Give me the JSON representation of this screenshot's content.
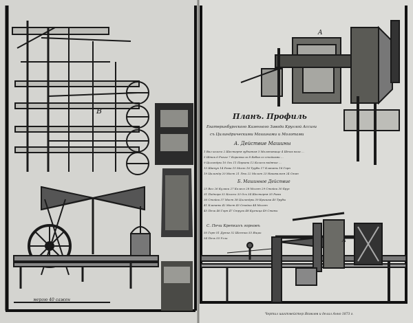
{
  "title": "Планъ. Профиль",
  "subtitle_lines": [
    "Екатеринбургского Казенного Завода Круглой Ассиги",
    "съ Цилиндрическими Машинами и Молотами"
  ],
  "section_a": {
    "heading": "А. Действие Машины",
    "lines": [
      "1 Вал колесо 2 Шестерня зубчатая 3 Молотовище 4 Шток вала ...",
      "5 Шток 6 Рычаг 7 Коромысло 8 Бабка со стойками ...",
      "9 Цилиндры 10 Ось 11 Поршни 12 Колесо водяное ...",
      "13 Шатун 14 Рама 15 Мост 16 Трубы 17 Клапаны 18 Горн",
      "19 Цилиндр 20 Мост 21 Люк 22 Молот 23 Наковальня 24 Стан"
    ]
  },
  "section_b": {
    "heading": "Б. Машинное Действие",
    "lines": [
      "25 Вал 26 Кулаки 27 Колесо 28 Молот 29 Стойки 30 Брус",
      "31 Подпора 32 Колесо 33 Ось 34 Шестерня 35 Рама",
      "36 Стойки 37 Мост 38 Цилиндры 39 Крышка 40 Трубы",
      "41 Клапаны 42 Мост 43 Стойки 44 Молот",
      "45 Печи 46 Горн 47 Струги 48 Кузница 49 Станы"
    ]
  },
  "section_c": {
    "heading": "С. Печи Крепкихъ горновъ",
    "lines": [
      "50 Горн 51 Дутье 52 Шестик 53 Ящик",
      "54 Печь 55 Угли"
    ]
  },
  "labels": {
    "a_top": "A",
    "b_left": "B",
    "a_bottom": "A"
  },
  "scale_text": "мерою 40 сажен",
  "footer_note": "Чертил шихтмейстер Яковлев и делал Анно 1873 г."
}
